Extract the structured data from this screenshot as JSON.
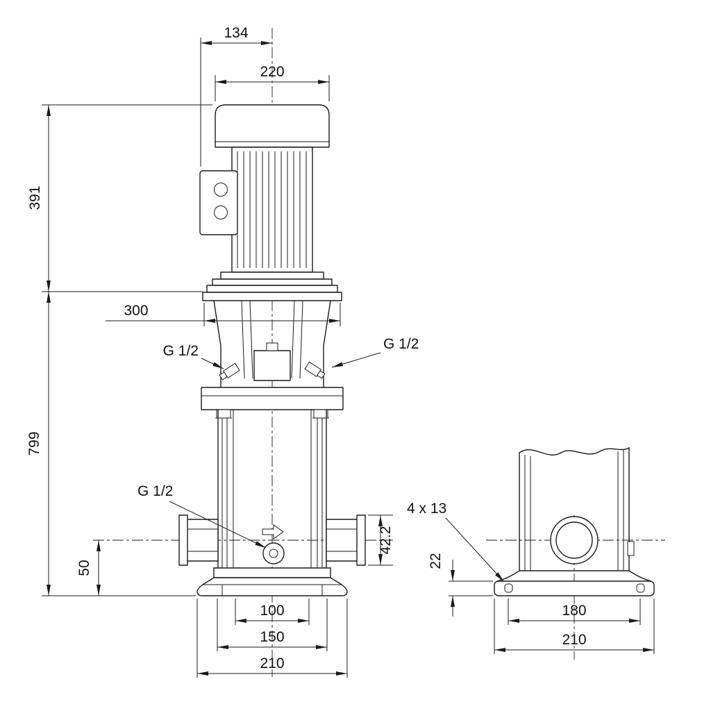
{
  "dimensions": {
    "fan_cover_offset": "134",
    "motor_width": "220",
    "motor_height": "391",
    "coupling_section_width": "300",
    "pump_height": "799",
    "vent_plug_left": "G 1/2",
    "vent_plug_right": "G 1/2",
    "drain_plug": "G 1/2",
    "port_centerline_height": "50",
    "port_outer_diameter": "42.2",
    "base_hole_note": "4 x 13",
    "base_plate_thickness": "22",
    "front_base_holes_width": "100",
    "front_base_mid_width": "150",
    "front_base_overall_width": "210",
    "side_base_holes_width": "180",
    "side_base_overall_width": "210"
  }
}
